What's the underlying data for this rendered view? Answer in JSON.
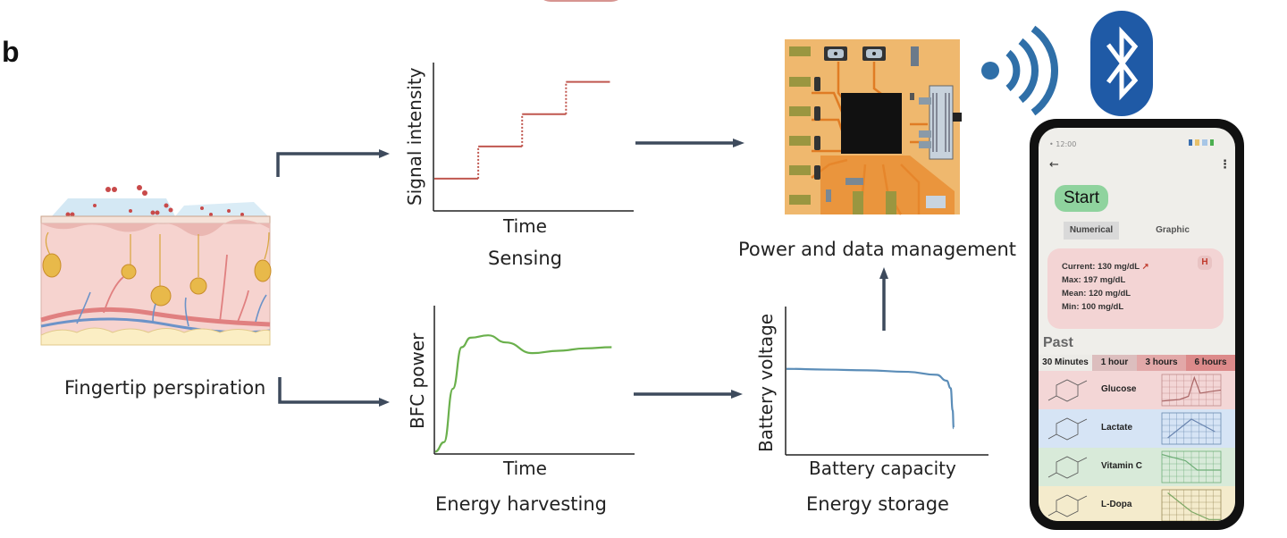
{
  "figure": {
    "panel_letter": "b",
    "colors": {
      "arrow": "#3d4a5c",
      "sensing_line": "#c0574f",
      "harvest_line": "#6ab04c",
      "storage_line": "#5b8db8",
      "wireless_blue": "#2f6fa8",
      "bluetooth_blue": "#1f5aa6",
      "pcb_orange": "#e08b34",
      "skin_pink": "#f6d3cf"
    }
  },
  "source": {
    "label": "Fingertip perspiration"
  },
  "sensing": {
    "caption": "Sensing",
    "chart": {
      "type": "line",
      "title": "Sensing",
      "xlabel": "Time",
      "ylabel": "Signal intensity",
      "style": "step",
      "x": [
        0,
        1,
        1,
        2,
        2,
        3,
        3,
        4
      ],
      "y": [
        1,
        1,
        2,
        2,
        3,
        3,
        4,
        4
      ]
    }
  },
  "harvesting": {
    "caption": "Energy harvesting",
    "chart": {
      "type": "line",
      "title": "Energy harvesting",
      "xlabel": "Time",
      "ylabel": "BFC power",
      "x": [
        0,
        0.05,
        0.1,
        0.15,
        0.2,
        0.3,
        0.4,
        0.55,
        0.7,
        0.85,
        1.0
      ],
      "y": [
        0.02,
        0.1,
        0.55,
        0.9,
        0.98,
        1.0,
        0.94,
        0.85,
        0.87,
        0.89,
        0.9
      ]
    }
  },
  "storage": {
    "caption": "Energy storage",
    "chart": {
      "type": "line",
      "title": "Energy storage",
      "xlabel": "Battery capacity",
      "ylabel": "Battery voltage",
      "x": [
        0,
        0.2,
        0.4,
        0.6,
        0.75,
        0.8,
        0.82,
        0.83,
        0.835
      ],
      "y": [
        0.58,
        0.575,
        0.57,
        0.56,
        0.54,
        0.5,
        0.45,
        0.3,
        0.18
      ]
    }
  },
  "management": {
    "caption": "Power and data management"
  },
  "wireless": {
    "signal_icon": "wireless-signal-icon",
    "bluetooth_icon": "bluetooth-icon"
  },
  "phone": {
    "status_time": "12:00",
    "start_label": "Start",
    "segments": [
      "Numerical",
      "Graphic"
    ],
    "stats": {
      "current": "Current: 130 mg/dL",
      "max": "Max: 197 mg/dL",
      "mean": "Mean: 120 mg/dL",
      "min": "Min: 100 mg/dL",
      "trend": "↗",
      "badge": "H"
    },
    "past_label": "Past",
    "tabs": [
      {
        "label": "30 Minutes",
        "color": "#ecebe7"
      },
      {
        "label": "1 hour",
        "color": "#dcbebe"
      },
      {
        "label": "3 hours",
        "color": "#e2a8a8"
      },
      {
        "label": "6 hours",
        "color": "#dc8a8a"
      }
    ],
    "analytes": [
      {
        "name": "Glucose",
        "bg": "#f3d6d6",
        "grid": "#c08a8a",
        "line": "#a66"
      },
      {
        "name": "Lactate",
        "bg": "#d6e4f5",
        "grid": "#6a8ab0",
        "line": "#6a85b0"
      },
      {
        "name": "Vitamin C",
        "bg": "#d8ead9",
        "grid": "#6fae78",
        "line": "#6fae78"
      },
      {
        "name": "L-Dopa",
        "bg": "#f4ebcc",
        "grid": "#9a8c5a",
        "line": "#7ea865"
      }
    ]
  }
}
